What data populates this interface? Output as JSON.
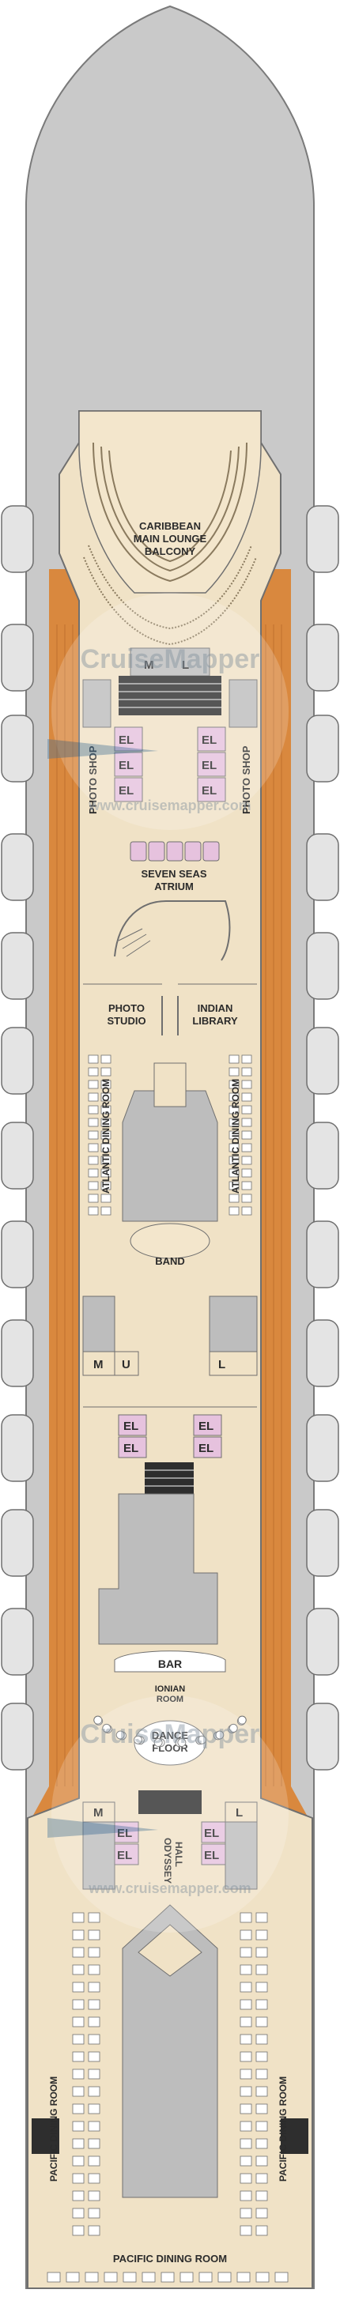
{
  "deck": {
    "labels": {
      "main_lounge": [
        "CARIBBEAN",
        "MAIN LOUNGE",
        "BALCONY"
      ],
      "photo_shop": "PHOTO SHOP",
      "atrium": [
        "SEVEN SEAS",
        "ATRIUM"
      ],
      "photo_studio": [
        "PHOTO",
        "STUDIO"
      ],
      "indian_library": [
        "INDIAN",
        "LIBRARY"
      ],
      "atlantic_dining": "ATLANTIC DINING ROOM",
      "band": "BAND",
      "bar": "BAR",
      "ionian_room": [
        "IONIAN",
        "ROOM"
      ],
      "dance_floor": [
        "DANCE",
        "FLOOR"
      ],
      "odyssey_hall": [
        "ODYSSEY",
        "HALL"
      ],
      "pacific_dining": "PACIFIC DINING ROOM"
    },
    "tags": {
      "men": "M",
      "ladies": "L",
      "unisex": "U",
      "elevator": "EL"
    },
    "watermark": {
      "brand": "CruiseMapper",
      "url": "www.cruisemapper.com"
    }
  },
  "colors": {
    "hull": "#c9c9c9",
    "floor": "#f0e2c6",
    "teak": "#d9883e",
    "lifeboat": "#e4e4e4",
    "elevator": "#e6c2de",
    "gray_block": "#bdbdbd",
    "outline": "#6f6f6f"
  }
}
